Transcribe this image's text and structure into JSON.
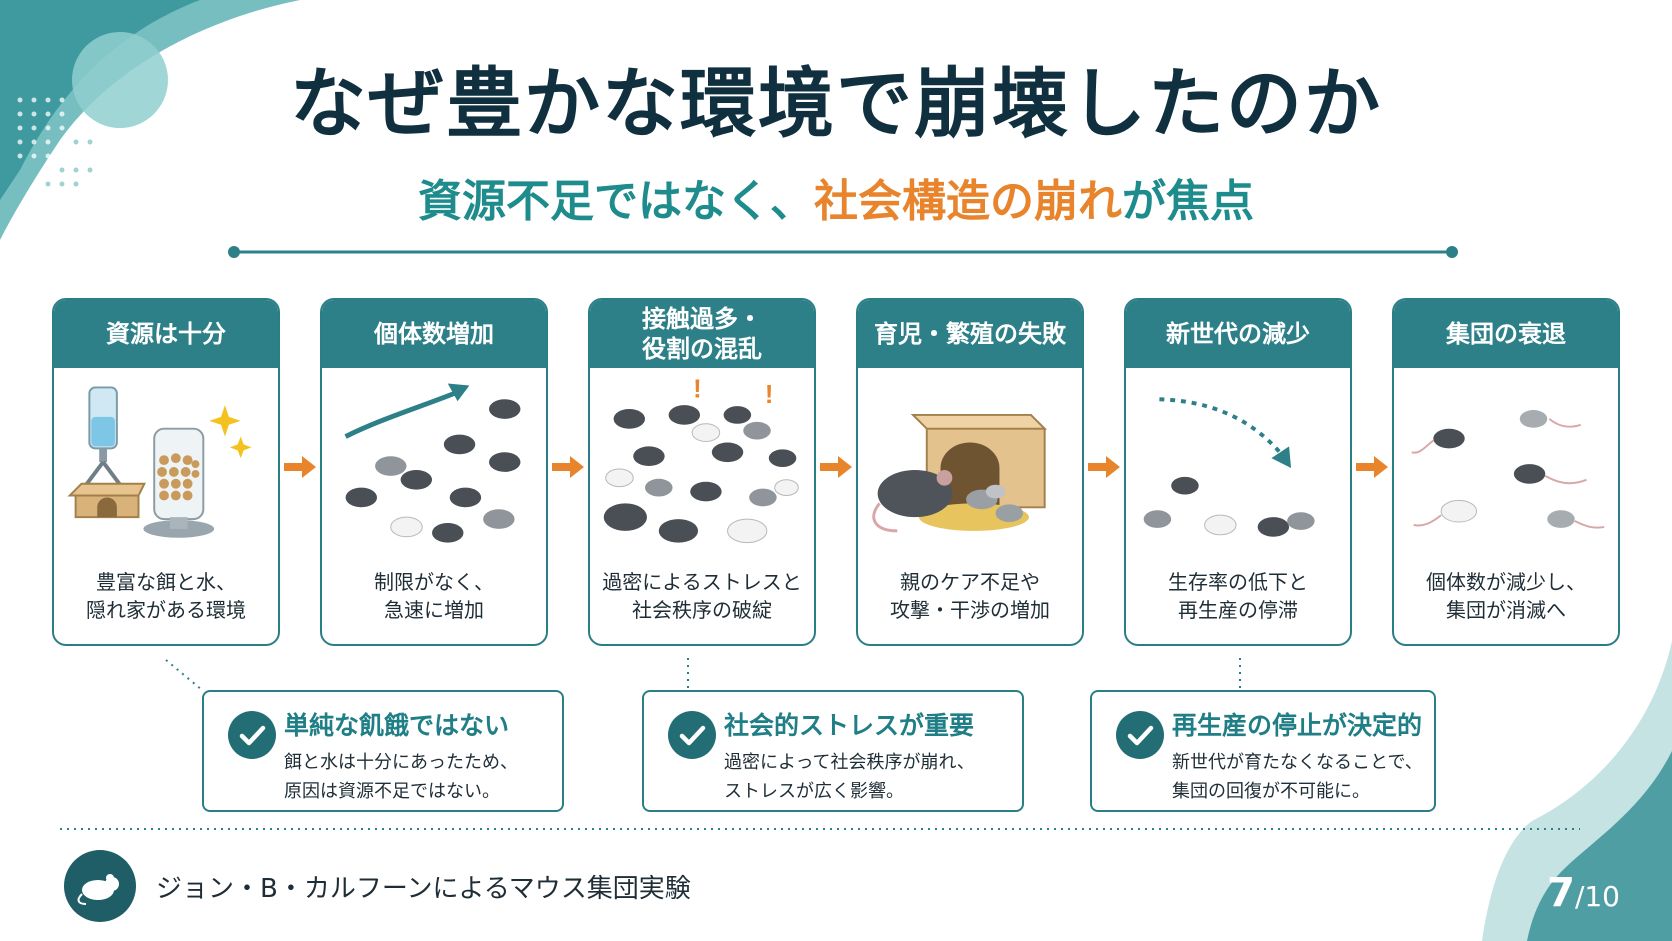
{
  "title": "なぜ豊かな環境で崩壊したのか",
  "subtitle": {
    "part1": "資源不足ではなく、",
    "part2": "社会構造の崩れ",
    "part3": "が焦点"
  },
  "stages": [
    {
      "title": "資源は十分",
      "desc": "豊富な餌と水、\n隠れ家がある環境"
    },
    {
      "title": "個体数増加",
      "desc": "制限がなく、\n急速に増加"
    },
    {
      "title": "接触過多・\n役割の混乱",
      "desc": "過密によるストレスと\n社会秩序の破綻"
    },
    {
      "title": "育児・繁殖の失敗",
      "desc": "親のケア不足や\n攻撃・干渉の増加"
    },
    {
      "title": "新世代の減少",
      "desc": "生存率の低下と\n再生産の停滞"
    },
    {
      "title": "集団の衰退",
      "desc": "個体数が減少し、\n集団が消滅へ"
    }
  ],
  "notes": [
    {
      "title": "単純な飢餓ではない",
      "body": "餌と水は十分にあったため、\n原因は資源不足ではない。"
    },
    {
      "title": "社会的ストレスが重要",
      "body": "過密によって社会秩序が崩れ、\nストレスが広く影響。"
    },
    {
      "title": "再生産の停止が決定的",
      "body": "新世代が育たなくなることで、\n集団の回復が不可能に。"
    }
  ],
  "footer": {
    "text": "ジョン・B・カルフーンによるマウス集団実験",
    "icon": "mouse-icon"
  },
  "page": {
    "current": "7",
    "total": "/10"
  },
  "colors": {
    "teal": "#2d8088",
    "accent_orange": "#e8842c",
    "title_dark": "#10303f"
  }
}
